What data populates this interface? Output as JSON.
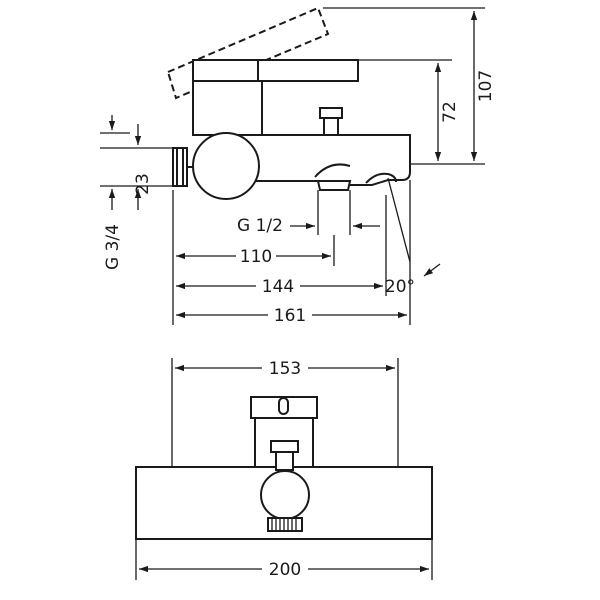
{
  "colors": {
    "ink": "#1a1a1a",
    "paper": "#ffffff"
  },
  "dimensions": {
    "d107": "107",
    "d72": "72",
    "d23": "23",
    "g34": "G 3/4",
    "g12": "G 1/2",
    "d110": "110",
    "d144": "144",
    "d161": "161",
    "angle20": "20°",
    "d153": "153",
    "d200": "200"
  }
}
